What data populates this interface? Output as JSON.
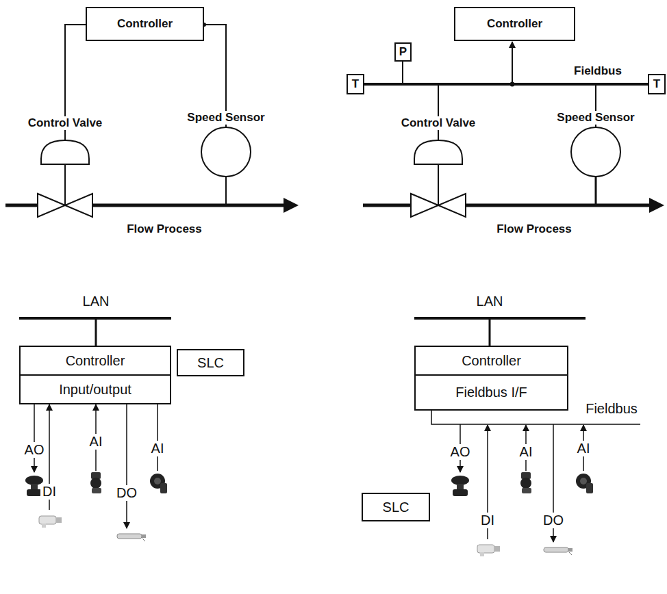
{
  "diagram": {
    "nodes": [
      {
        "text": [
          "Controller"
        ]
      },
      {
        "text": [
          "Controller"
        ]
      },
      {
        "text": [
          "P"
        ]
      },
      {
        "text": [
          "T"
        ]
      },
      {
        "text": [
          "T"
        ]
      },
      {
        "text": [
          "Controller"
        ]
      },
      {
        "text": [
          "Input/output"
        ]
      },
      {
        "text": [
          "SLC"
        ]
      },
      {
        "text": [
          "Controller"
        ]
      },
      {
        "text": [
          "Fieldbus I/F"
        ]
      },
      {
        "text": [
          "SLC"
        ]
      }
    ],
    "labels": [
      "Control Valve",
      "Speed Sensor",
      "Flow Process",
      "Fieldbus",
      "Control Valve",
      "Speed Sensor",
      "Flow Process",
      "LAN",
      "AO",
      "AI",
      "AI",
      "DI",
      "DO",
      "LAN",
      "Fieldbus",
      "AO",
      "AI",
      "AI",
      "DI",
      "DO"
    ]
  }
}
